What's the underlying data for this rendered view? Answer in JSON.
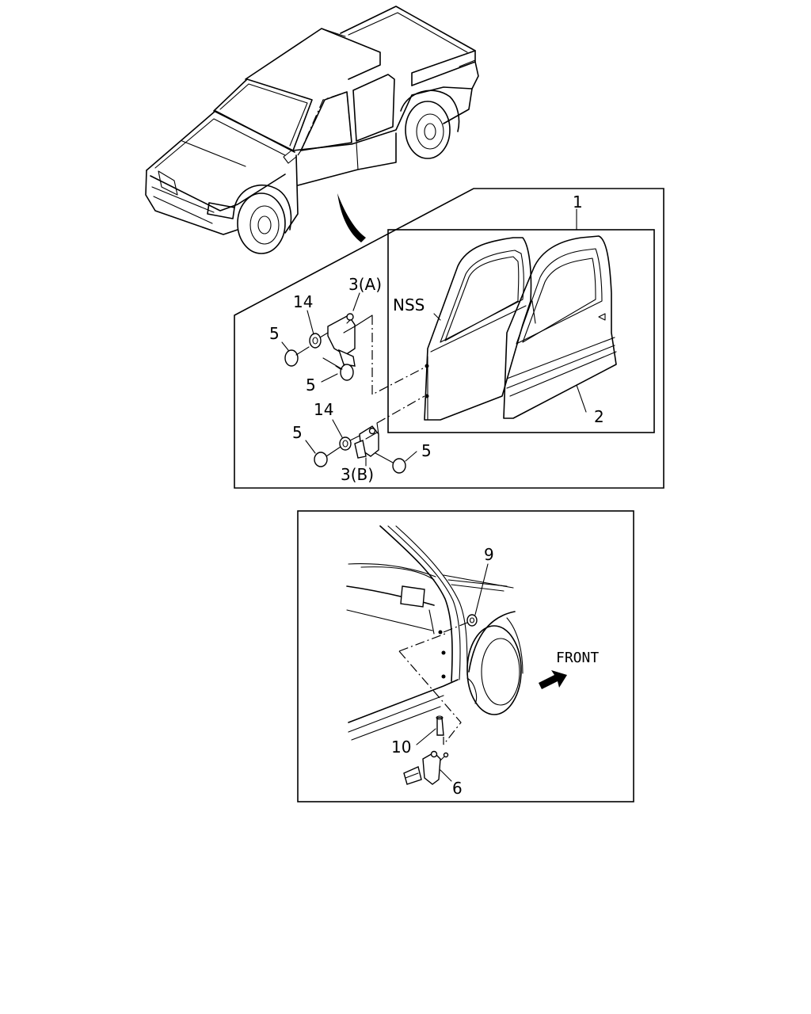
{
  "diagram": {
    "callouts": {
      "assembly": "1",
      "door_panel": "2",
      "hinge_upper": "3(A)",
      "hinge_lower": "3(B)",
      "bolt_a": "5",
      "bolt_b": "5",
      "bolt_c": "5",
      "bolt_d": "5",
      "washer_upper": "14",
      "washer_lower": "14",
      "nut": "9",
      "pin": "10",
      "checker": "6",
      "nss": "NSS"
    },
    "direction_label": "FRONT"
  }
}
